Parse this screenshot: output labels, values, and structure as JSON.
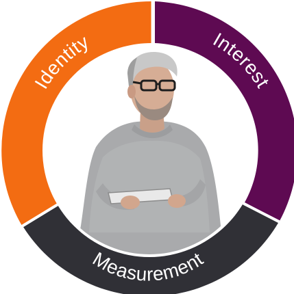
{
  "ring": {
    "segments": [
      {
        "id": "identity",
        "label": "Identity",
        "color": "#f36c12"
      },
      {
        "id": "interest",
        "label": "Interest",
        "color": "#5e0a52"
      },
      {
        "id": "measurement",
        "label": "Measurement",
        "color": "#303036"
      }
    ]
  },
  "center": {
    "photo_subject": "man-holding-tablet"
  }
}
